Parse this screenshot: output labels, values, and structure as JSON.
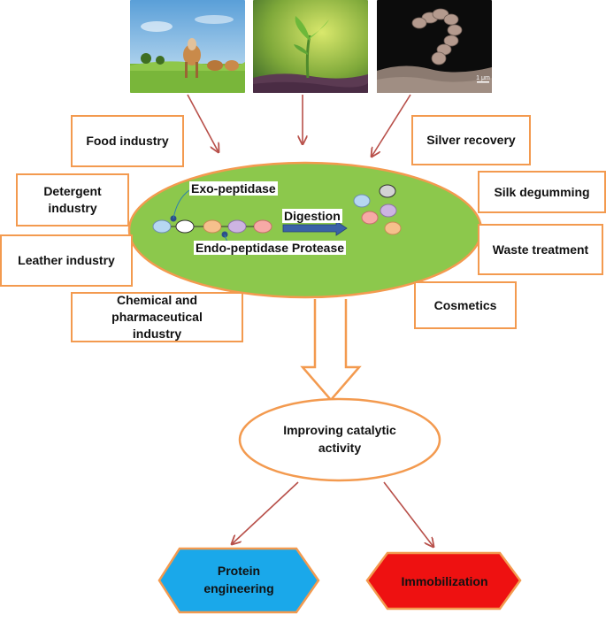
{
  "photos": [
    {
      "name": "cows-in-field-photo"
    },
    {
      "name": "plant-sprout-photo"
    },
    {
      "name": "microbe-micrograph-photo",
      "scale_label": "1 μm"
    }
  ],
  "center": {
    "exo_label": "Exo-peptidase",
    "digestion_label": "Digestion",
    "endo_label": "Endo-peptidase Protease"
  },
  "applications_left": [
    {
      "id": "food",
      "label": "Food industry"
    },
    {
      "id": "detergent",
      "label": "Detergent industry"
    },
    {
      "id": "leather",
      "label": "Leather industry"
    },
    {
      "id": "chemical",
      "label": "Chemical and pharmaceutical industry"
    }
  ],
  "applications_right": [
    {
      "id": "silver",
      "label": "Silver recovery"
    },
    {
      "id": "silk",
      "label": "Silk degumming"
    },
    {
      "id": "waste",
      "label": "Waste treatment"
    },
    {
      "id": "cosmetics",
      "label": "Cosmetics"
    }
  ],
  "improving": {
    "label": "Improving catalytic activity"
  },
  "strategies": [
    {
      "id": "protein",
      "label": "Protein engineering",
      "color": "#1aa8ea"
    },
    {
      "id": "immobilization",
      "label": "Immobilization",
      "color": "#ee1111"
    }
  ],
  "colors": {
    "accent_orange": "#f39a4f",
    "ellipse_green": "#8cc84c",
    "arrow_red": "#b8504a",
    "digestion_arrow": "#3a62a7"
  }
}
